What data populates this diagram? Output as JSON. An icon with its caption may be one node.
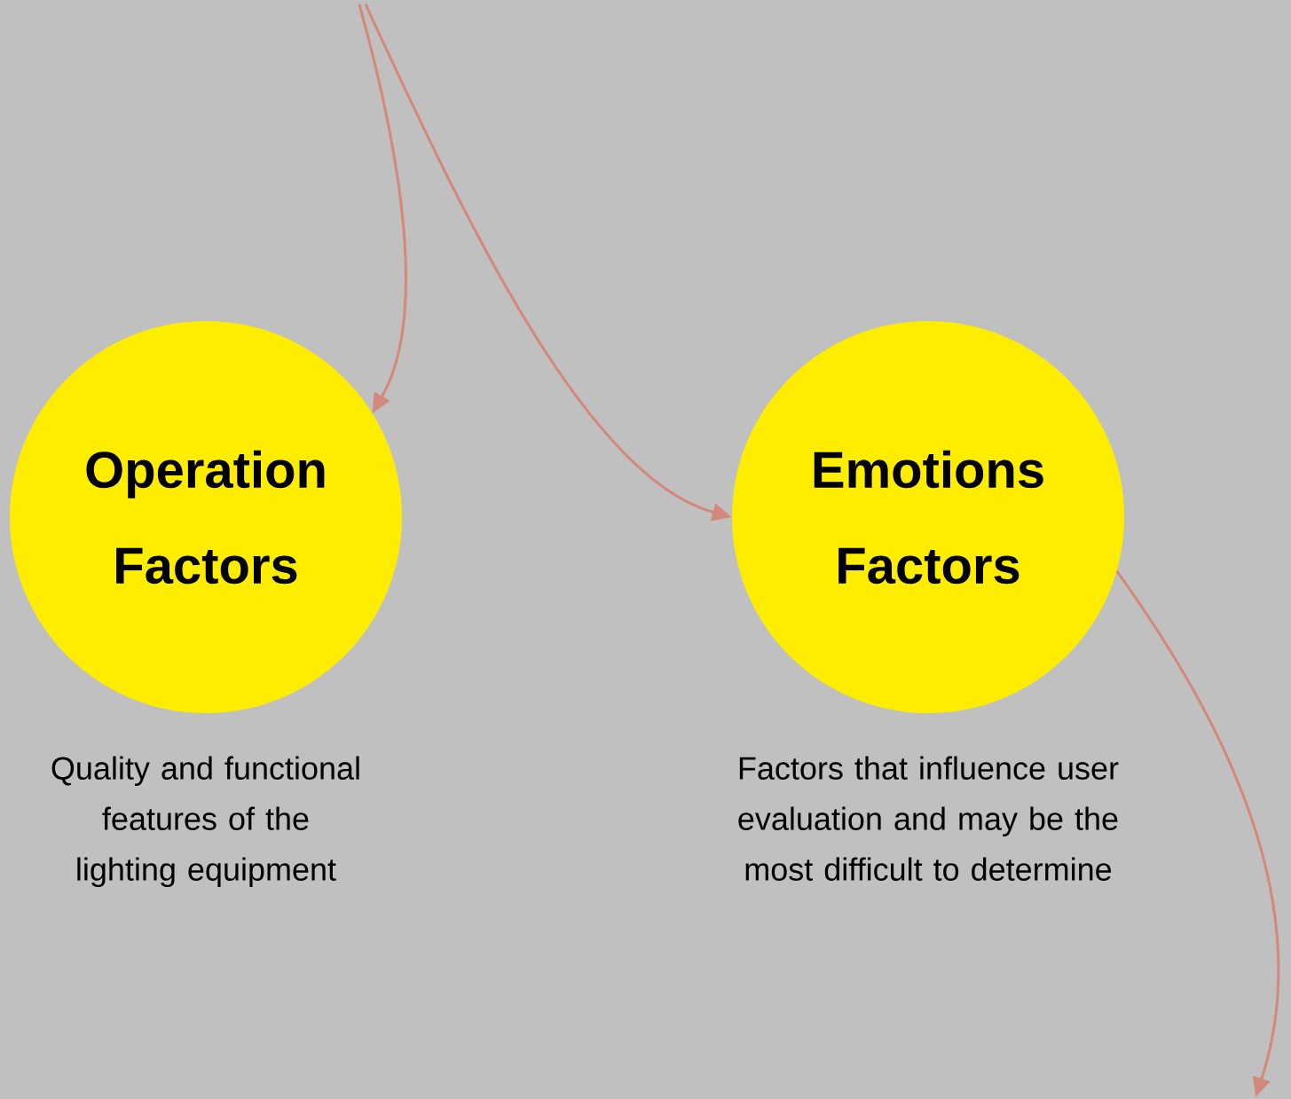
{
  "diagram": {
    "nodes": [
      {
        "text": [
          "Operation Factors"
        ],
        "beside": [
          "Quality and functional features of the lighting equipment"
        ]
      },
      {
        "text": [
          "Emotions Factors"
        ],
        "beside": [
          "Factors that influence user evaluation and may be the most difficult to determine"
        ]
      }
    ],
    "edges": [
      {
        "from": null,
        "to": 0,
        "arrow": "to",
        "color": "#d4887c"
      },
      {
        "from": null,
        "to": 1,
        "arrow": "to",
        "color": "#d4887c"
      },
      {
        "from": 1,
        "to": null,
        "arrow": "to",
        "color": "#d4887c"
      }
    ]
  }
}
